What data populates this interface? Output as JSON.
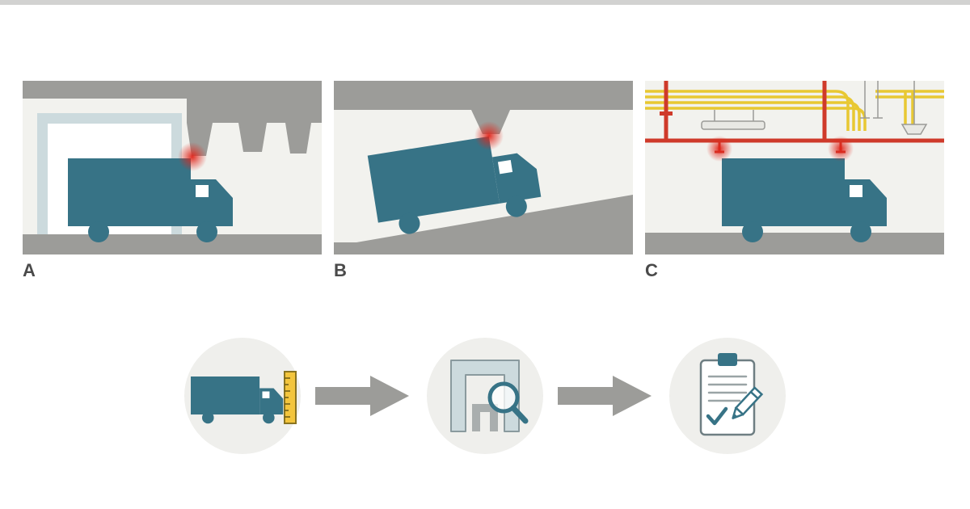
{
  "panels": [
    {
      "label": "A",
      "scene": "truck-striking-loading-dock-door-header"
    },
    {
      "label": "B",
      "scene": "truck-on-ramp-striking-overhead-beam"
    },
    {
      "label": "C",
      "scene": "truck-under-overhead-pipes-and-fixtures"
    }
  ],
  "flow": {
    "steps": [
      {
        "icon": "measure-truck-height-icon"
      },
      {
        "icon": "inspect-doorway-clearance-icon"
      },
      {
        "icon": "clearance-checklist-icon"
      }
    ],
    "arrow_icon": "right-arrow-icon"
  },
  "colors": {
    "truck_teal": "#377386",
    "structure_gray": "#9c9c99",
    "panel_bg": "#f2f2ee",
    "hazard_red": "#e0241a",
    "pipe_red": "#cf3a2a",
    "pipe_yellow": "#e8c832",
    "door_frame_blue": "#ccdadd",
    "ruler_yellow": "#f3c53d",
    "arrow_gray": "#9c9c99",
    "icon_circle_bg": "#efefec",
    "label_gray": "#4a4a4a",
    "outline_gray": "#9a9a97"
  }
}
